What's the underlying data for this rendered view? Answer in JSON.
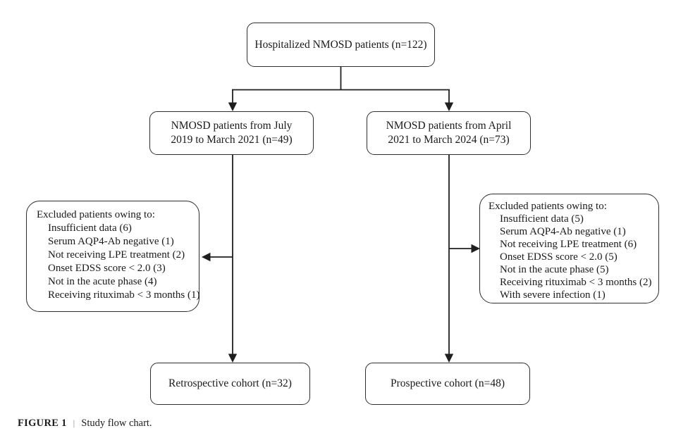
{
  "figure": {
    "caption_label": "FIGURE 1",
    "caption_separator": "|",
    "caption_text": "Study flow chart."
  },
  "colors": {
    "background": "#ffffff",
    "box_border": "#2e2e2e",
    "line": "#1f1f1f",
    "text": "#1a1a1a"
  },
  "boxes": {
    "top": {
      "label": "Hospitalized NMOSD patients (n=122)"
    },
    "mid_left": {
      "line1": "NMOSD patients from July",
      "line2": "2019 to March 2021 (n=49)"
    },
    "mid_right": {
      "line1": "NMOSD patients from April",
      "line2": "2021 to March 2024 (n=73)"
    },
    "excluded_left": {
      "header": "Excluded patients owing to:",
      "items": [
        "Insufficient data (6)",
        "Serum AQP4-Ab negative (1)",
        "Not receiving LPE treatment (2)",
        "Onset EDSS score < 2.0 (3)",
        "Not in the acute phase (4)",
        "Receiving rituximab < 3 months (1)"
      ]
    },
    "excluded_right": {
      "header": "Excluded patients owing to:",
      "items": [
        "Insufficient data (5)",
        "Serum AQP4-Ab negative (1)",
        "Not receiving LPE treatment (6)",
        "Onset EDSS score < 2.0 (5)",
        "Not in the acute phase (5)",
        "Receiving rituximab < 3 months (2)",
        "With severe infection (1)"
      ]
    },
    "bottom_left": {
      "label": "Retrospective cohort (n=32)"
    },
    "bottom_right": {
      "label": "Prospective cohort (n=48)"
    }
  }
}
